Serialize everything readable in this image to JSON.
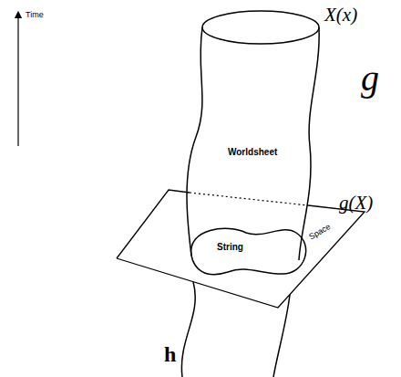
{
  "diagram": {
    "labels": [
      "Time",
      "Worldsheet",
      "String",
      "Space",
      "X(x)",
      "g",
      "g(X)",
      "h"
    ]
  }
}
